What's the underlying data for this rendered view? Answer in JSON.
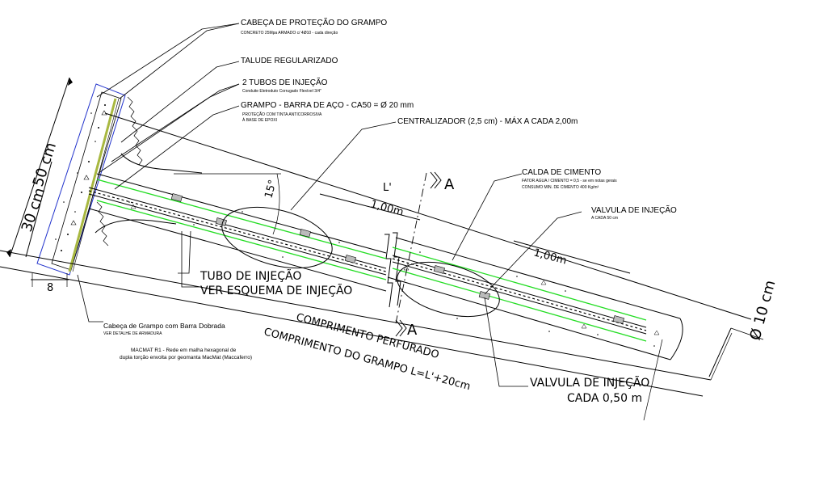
{
  "labels": {
    "cabeca_protecao": "CABEÇA DE PROTEÇÃO DO GRAMPO",
    "cabeca_protecao_sub": "CONCRETO 25Mpa ARMADO c/ 4Ø10 - cada direção",
    "talude": "TALUDE REGULARIZADO",
    "tubos": "2 TUBOS DE INJEÇÃO",
    "tubos_sub": "Conduite Eletroduto Corrugado Flexível 3/4\"",
    "grampo": "GRAMPO - BARRA DE AÇO - CA50 = Ø 20 mm",
    "grampo_sub1": "PROTEÇÃO COM TINTA ANTICORROSIVA",
    "grampo_sub2": "À BASE DE EPOXI",
    "centralizador": "CENTRALIZADOR (2,5 cm) -  MÁX A CADA  2,00m",
    "calda": "CALDA DE CIMENTO",
    "calda_sub1": "FATOR AGUA / CIMENTO = 0,5 - se em notas gerais",
    "calda_sub2": "CONSUMO MIN. DE CIMENTO 400 Kg/m³",
    "valvula_top": "VALVULA DE INJEÇÃO",
    "valvula_top_sub": "A CADA 50 cm",
    "tubo_injecao_1": "TUBO DE INJEÇÃO",
    "tubo_injecao_2": "VER ESQUEMA DE INJEÇÃO",
    "valvula_bottom_1": "VALVULA DE INJEÇÃO",
    "valvula_bottom_2": "CADA 0,50 m",
    "cabeca_grampo": "Cabeça de Grampo com Barra Dobrada",
    "cabeca_grampo_sub": "VER DETALHE DE ARMADURA",
    "macmat_1": "MACMAT R1 - Rede em malha hexagonal de",
    "macmat_2": "dupla torção envolta por geomanta MacMat (Maccaferro)"
  },
  "dimensions": {
    "d50": "50 cm",
    "d30": "30 cm",
    "d8": "8",
    "angle": "15°",
    "l_prime": "L'",
    "spacing_a": "1,00m",
    "spacing_b": "1,00m",
    "section_mark_top": "A",
    "section_mark_bottom": "A",
    "diameter": "Ø 10 cm",
    "comprimento_perfurado": "COMPRIMENTO PERFURADO",
    "comprimento_grampo": "COMPRIMENTO DO GRAMPO L=L'+20cm"
  },
  "colors": {
    "ink": "#000000",
    "tube": "#22dd22",
    "frame": "#2233cc",
    "rebar": "#a8b840",
    "valve": "#bbbbbb"
  }
}
